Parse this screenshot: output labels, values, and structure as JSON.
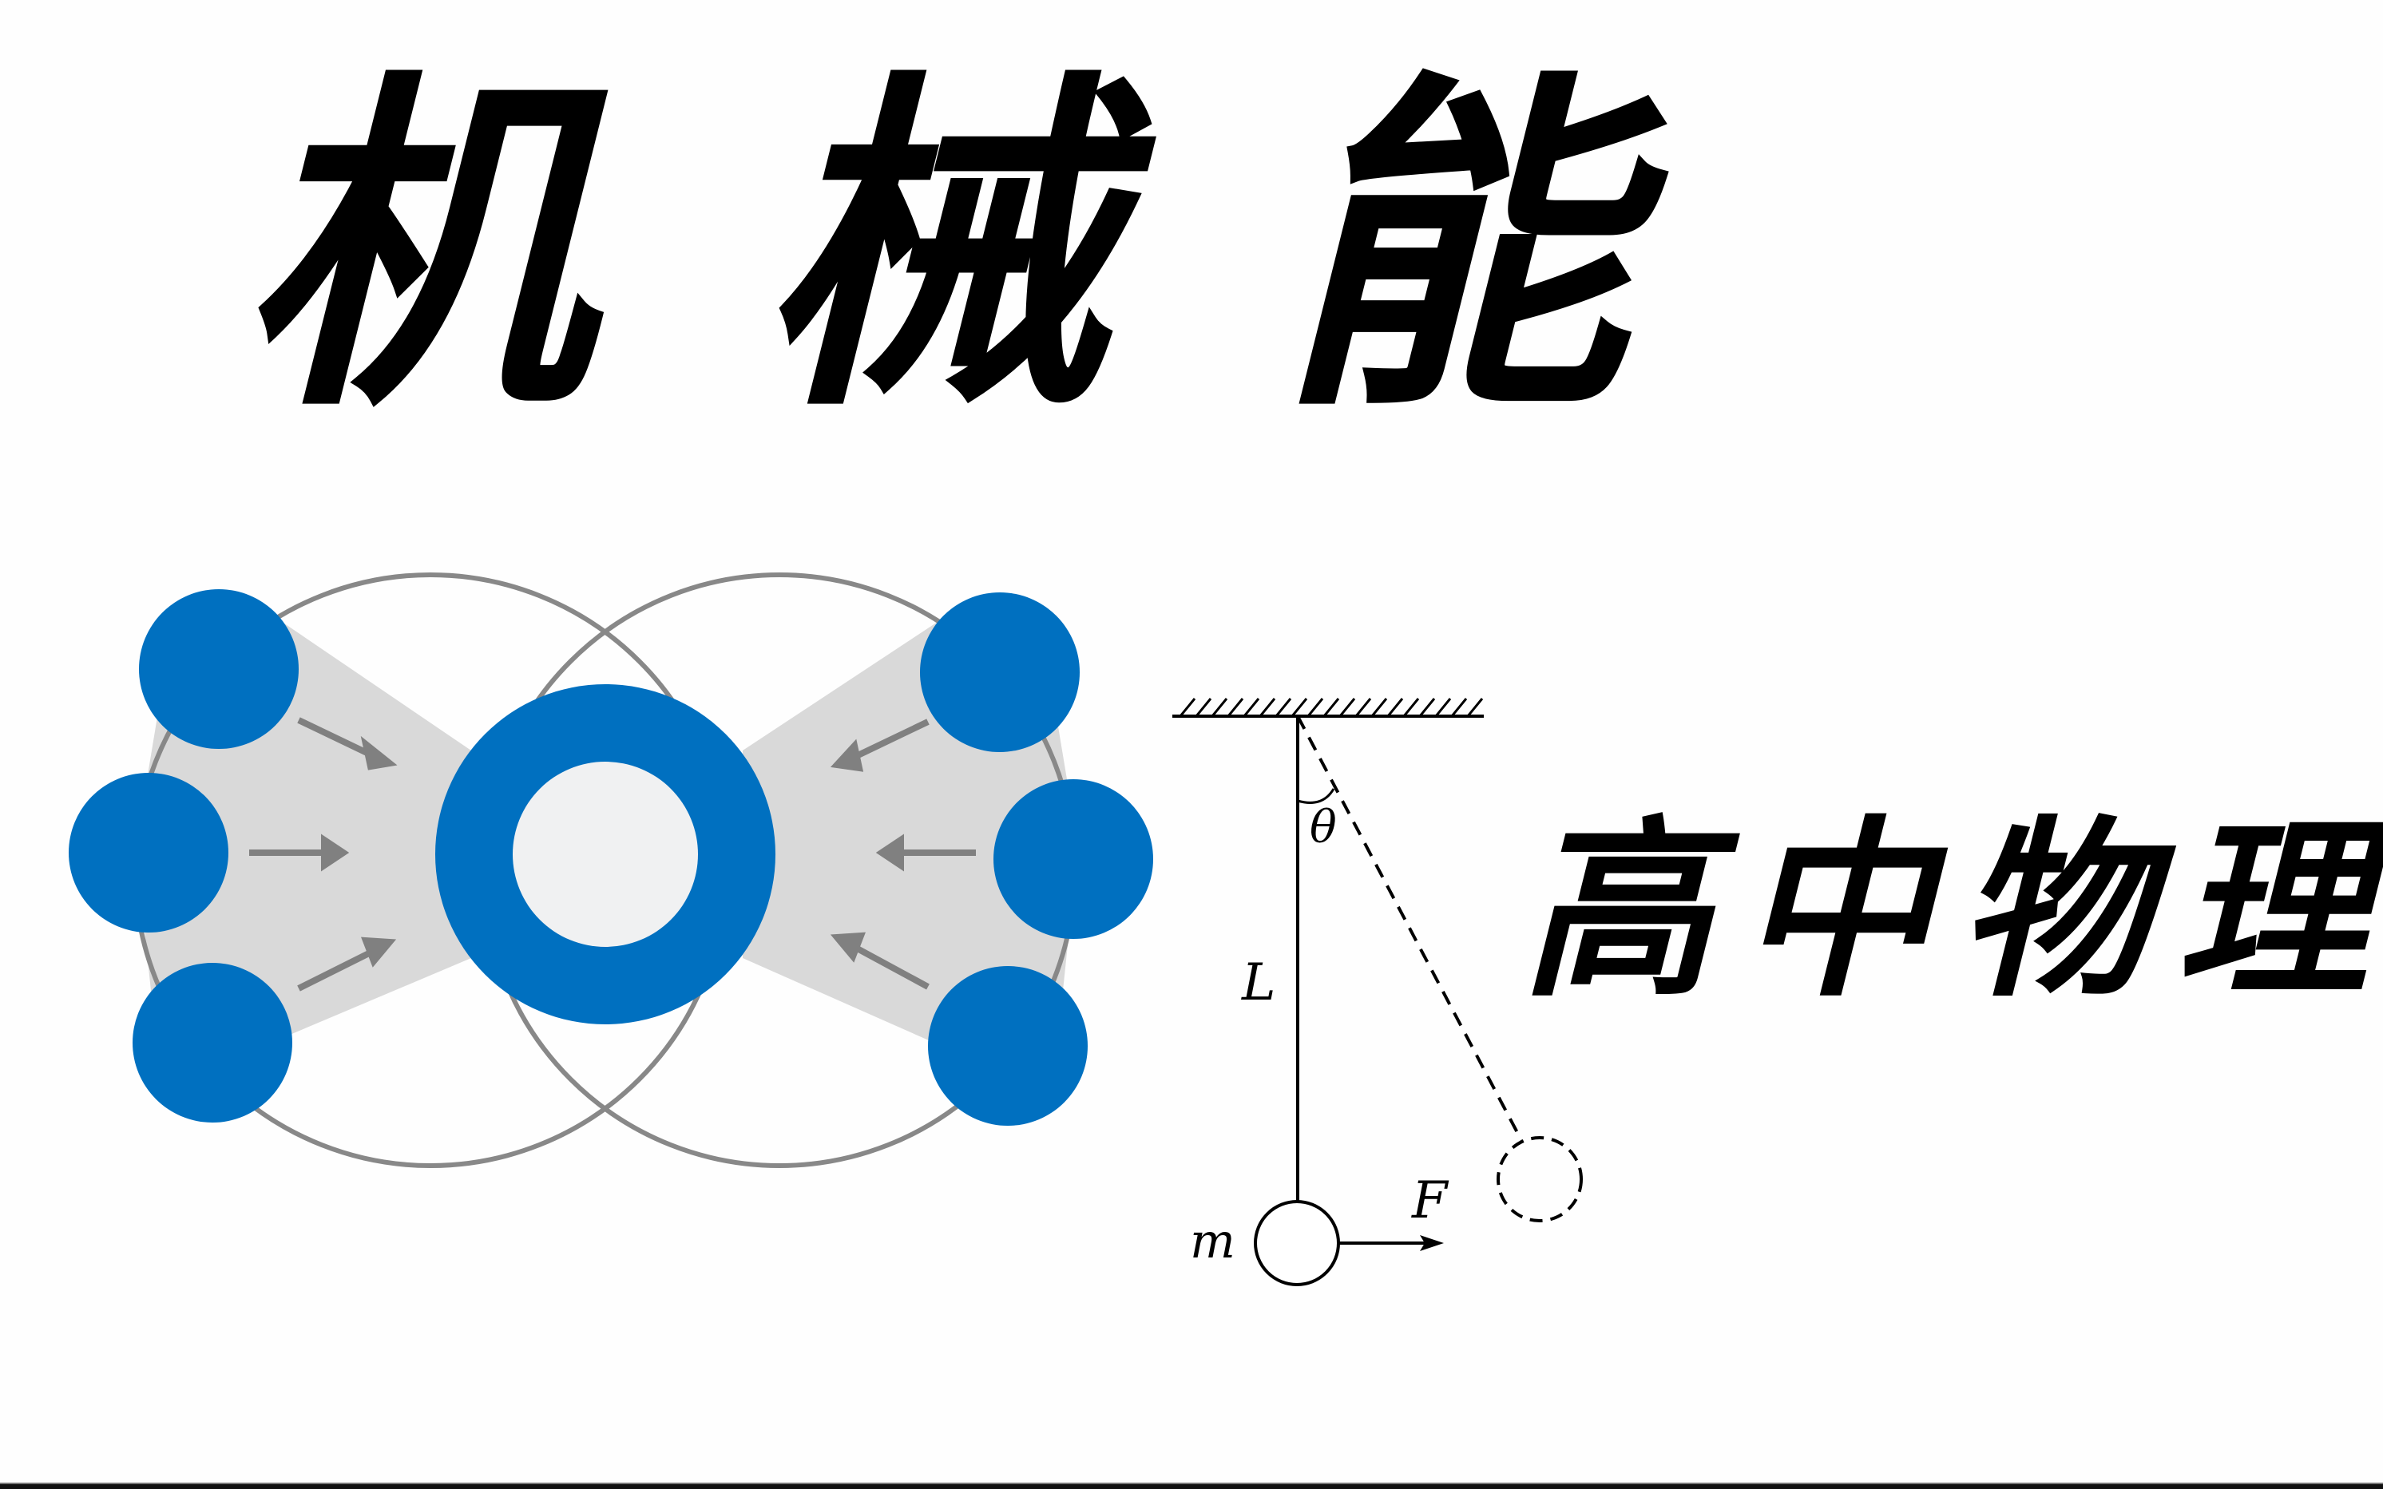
{
  "title": {
    "text": "机械能",
    "chars": [
      "机",
      "械",
      "能"
    ]
  },
  "subtitle": {
    "text": "高中物理",
    "chars": [
      "高",
      "中",
      "物",
      "理"
    ]
  },
  "pendulum_diagram": {
    "length_label": "L",
    "angle_label": "θ",
    "mass_label": "m",
    "force_label": "F"
  },
  "colors": {
    "blue": "#0070c0",
    "gray_ring": "#888888",
    "gray_fill": "#d9d9d9",
    "center_fill": "#f0f1f2",
    "ink": "#000000"
  }
}
